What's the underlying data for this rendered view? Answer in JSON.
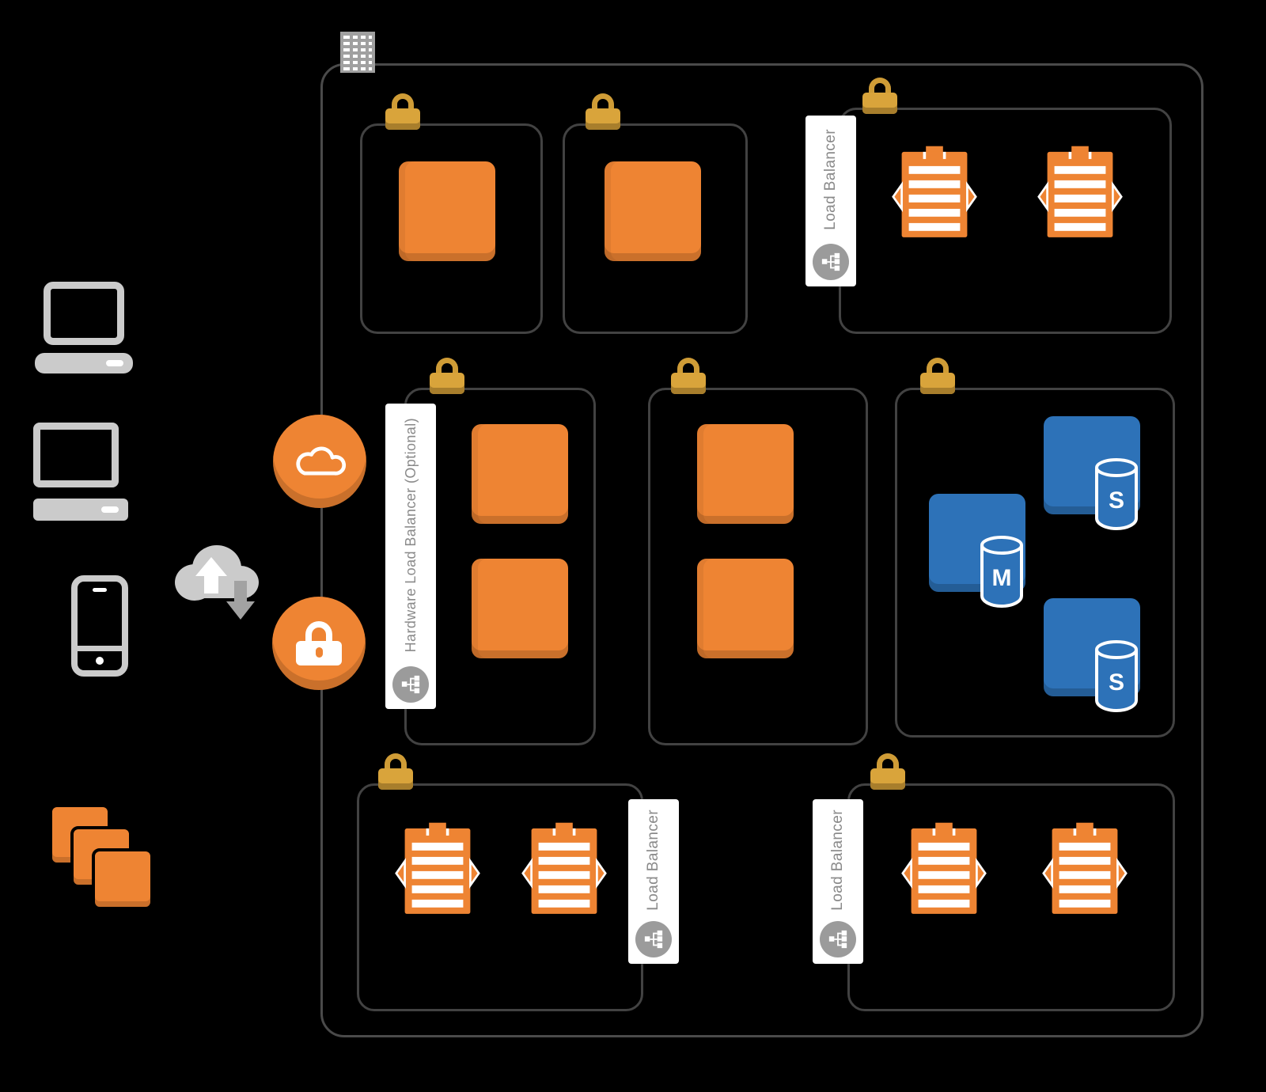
{
  "diagram": {
    "load_balancer_labels": {
      "top_right": "Load Balancer",
      "hardware": "Hardware Load Balancer (Optional)",
      "bottom_left": "Load Balancer",
      "bottom_right": "Load Balancer"
    },
    "database_letters": {
      "master": "M",
      "replica_top": "S",
      "replica_bottom": "S"
    },
    "colors": {
      "instance_orange": "#EE8433",
      "instance_orange_shadow": "#C96E29",
      "lock_gold": "#D9A43B",
      "lock_gold_shadow": "#A87E2C",
      "database_blue": "#2D72B8",
      "device_gray": "#CBCBCB",
      "label_gray": "#8A8A8A",
      "strip_white": "#FFFFFF",
      "lb_circle_gray": "#9B9B9B",
      "box_outline_gray": "#4A4A4A"
    },
    "icons": {
      "laptop": "laptop-icon",
      "desktop": "desktop-monitor-icon",
      "phone": "mobile-phone-icon",
      "internet": "internet-cloud-icon",
      "cloud_service": "cloud-circle-icon",
      "ssl_lock": "lock-circle-icon",
      "building": "datacenter-building-icon",
      "padlock": "security-padlock-icon",
      "load_balancer": "load-balancer-node-icon",
      "instance": "ec2-instance-icon",
      "scaling_instance": "striped-instance-icon",
      "database": "rds-database-icon",
      "instance_stack": "instance-stack-icon"
    }
  }
}
